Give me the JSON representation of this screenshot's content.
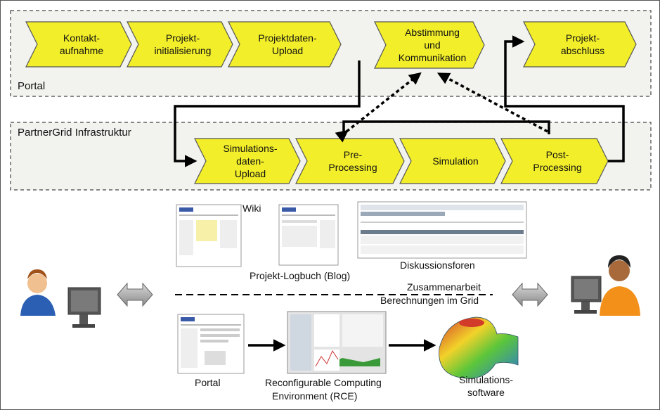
{
  "zones": {
    "portal": "Portal",
    "infra": "PartnerGrid Infrastruktur"
  },
  "steps": [
    {
      "id": "kontakt",
      "lines": [
        "Kontakt-",
        "aufnahme"
      ]
    },
    {
      "id": "init",
      "lines": [
        "Projekt-",
        "initialisierung"
      ]
    },
    {
      "id": "upload",
      "lines": [
        "Projektdaten-",
        "Upload"
      ]
    },
    {
      "id": "abstimmung",
      "lines": [
        "Abstimmung",
        "und",
        "Kommunikation"
      ]
    },
    {
      "id": "abschluss",
      "lines": [
        "Projekt-",
        "abschluss"
      ]
    },
    {
      "id": "simupload",
      "lines": [
        "Simulations-",
        "daten-",
        "Upload"
      ]
    },
    {
      "id": "pre",
      "lines": [
        "Pre-",
        "Processing"
      ]
    },
    {
      "id": "sim",
      "lines": [
        "Simulation"
      ]
    },
    {
      "id": "post",
      "lines": [
        "Post-",
        "Processing"
      ]
    }
  ],
  "labels": {
    "wiki": "Wiki",
    "blog": "Projekt-Logbuch (Blog)",
    "foren": "Diskussionsforen",
    "zusammenarbeit": "Zusammenarbeit",
    "berechnungen": "Berechnungen im Grid",
    "portal": "Portal",
    "rce_1": "Reconfigurable Computing",
    "rce_2": "Environment (RCE)",
    "software_1": "Simulations-",
    "software_2": "software"
  },
  "colors": {
    "chevron_fill": "#f2ee2a",
    "chevron_stroke": "#555555",
    "zone_fill": "#f2f2ee",
    "arrow": "#000000"
  },
  "icons": [
    "user-left-icon",
    "user-right-icon",
    "double-arrow-left-icon",
    "double-arrow-right-icon"
  ]
}
